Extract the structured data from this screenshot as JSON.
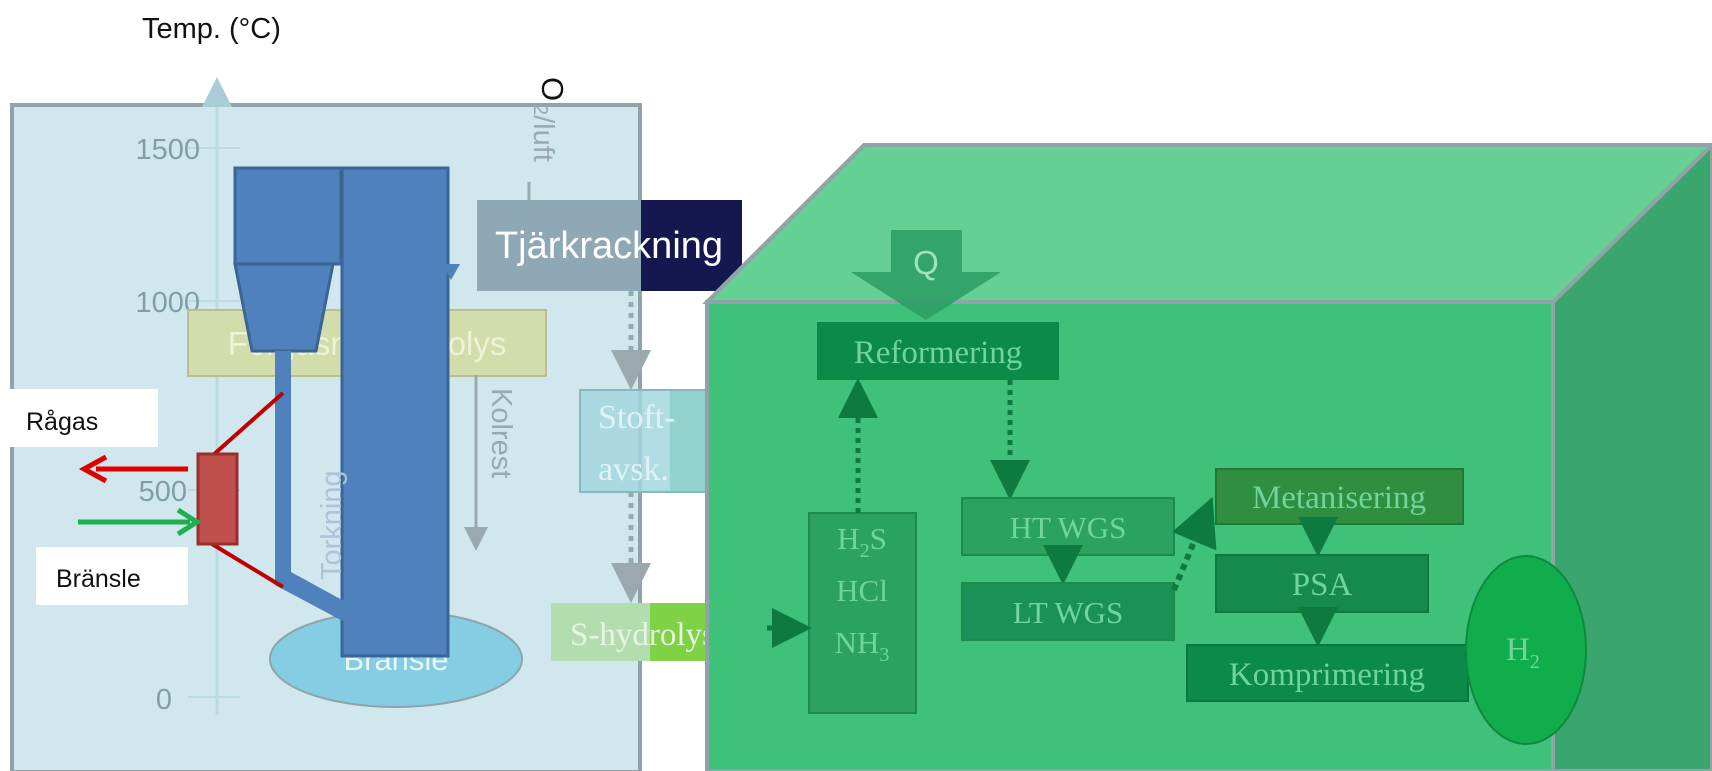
{
  "axis": {
    "title": "Temp. (°C)",
    "ticks": [
      "1500",
      "1000",
      "500",
      "0"
    ]
  },
  "left_labels": {
    "oxidant": "O",
    "oxidant_sub": "2",
    "oxidant_rest": "/luft",
    "tar_cracking": "Tjärkrackning",
    "pyrolysis": "Förgasning/pyrolys",
    "char_residue": "Kolrest",
    "drying": "Torkning",
    "fuel_bed": "Bränsle",
    "raw_gas": "Rågas",
    "fuel_in": "Bränsle"
  },
  "middle_labels": {
    "dust_line1": "Stoft-",
    "dust_line2": "avsk.",
    "s_hydrolysis": "S-hydrolys"
  },
  "box_labels": {
    "heat": "Q",
    "reforming": "Reformering",
    "h2s_main": "H",
    "h2s_sub": "2",
    "h2s_tail": "S",
    "hcl": "HCl",
    "nh3_main": "NH",
    "nh3_sub": "3",
    "ht_wgs": "HT WGS",
    "lt_wgs": "LT WGS",
    "methanation": "Metanisering",
    "psa": "PSA",
    "compression": "Komprimering",
    "h2_main": "H",
    "h2_sub": "2"
  },
  "colors": {
    "panel_bg": "#d0e8ed",
    "panel_border": "#8fa3a8",
    "gasifier_blue": "#4f81bd",
    "box_front": "#3fc17a",
    "box_top": "#66cf93",
    "box_side": "#3aa56d",
    "dark_green": "#0b8a4a",
    "arrow_red": "#e00000",
    "arrow_green": "#1db04b"
  }
}
